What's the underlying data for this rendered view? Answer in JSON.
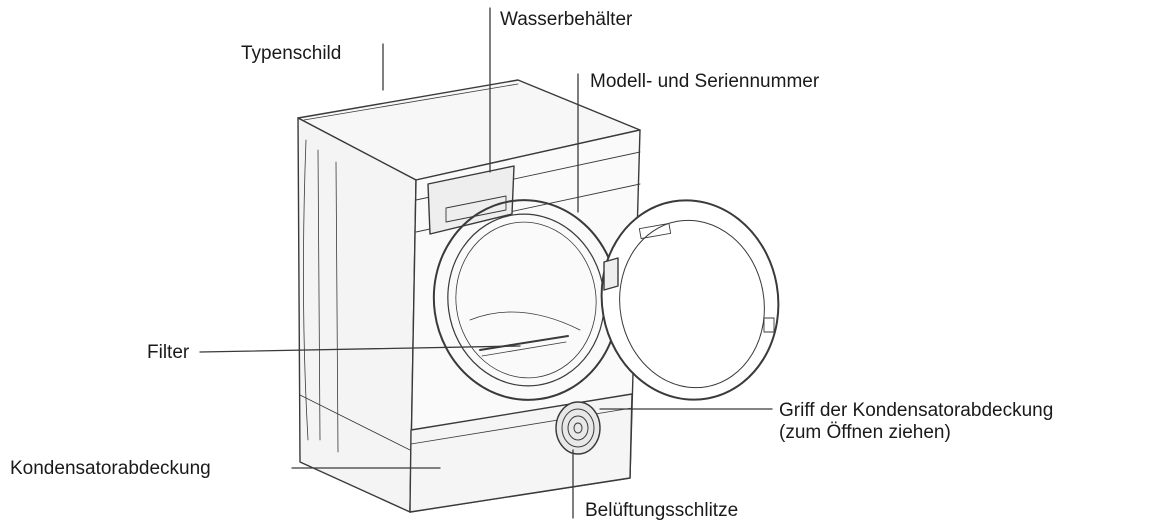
{
  "labels": {
    "typenschild": "Typenschild",
    "wasserbehaelter": "Wasserbehälter",
    "modell": "Modell- und Seriennummer",
    "filter": "Filter",
    "griff_line1": "Griff der Kondensatorabdeckung",
    "griff_line2": "(zum Öffnen ziehen)",
    "kondensatorabdeckung": "Kondensatorabdeckung",
    "belueftung": "Belüftungsschlitze"
  },
  "colors": {
    "line": "#3a3a3a",
    "text": "#1a1a1a",
    "background": "#ffffff"
  }
}
